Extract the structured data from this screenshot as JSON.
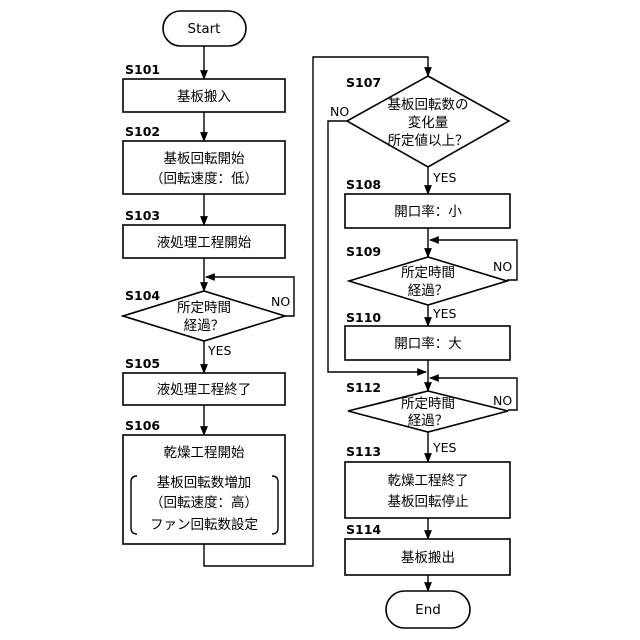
{
  "terminals": {
    "start": "Start",
    "end": "End"
  },
  "steps": {
    "s101": {
      "label": "S101",
      "lines": [
        "基板搬入"
      ]
    },
    "s102": {
      "label": "S102",
      "lines": [
        "基板回転開始",
        "（回転速度：低）"
      ]
    },
    "s103": {
      "label": "S103",
      "lines": [
        "液処理工程開始"
      ]
    },
    "s104": {
      "label": "S104",
      "lines": [
        "所定時間",
        "経過？"
      ]
    },
    "s105": {
      "label": "S105",
      "lines": [
        "液処理工程終了"
      ]
    },
    "s106": {
      "label": "S106",
      "title": "乾燥工程開始",
      "inner": [
        "基板回転数増加",
        "（回転速度：高）",
        "ファン回転数設定"
      ]
    },
    "s107": {
      "label": "S107",
      "lines": [
        "基板回転数の",
        "変化量",
        "所定値以上？"
      ]
    },
    "s108": {
      "label": "S108",
      "lines": [
        "開口率：小"
      ]
    },
    "s109": {
      "label": "S109",
      "lines": [
        "所定時間",
        "経過？"
      ]
    },
    "s110": {
      "label": "S110",
      "lines": [
        "開口率：大"
      ]
    },
    "s112": {
      "label": "S112",
      "lines": [
        "所定時間",
        "経過？"
      ]
    },
    "s113": {
      "label": "S113",
      "lines": [
        "乾燥工程終了",
        "基板回転停止"
      ]
    },
    "s114": {
      "label": "S114",
      "lines": [
        "基板搬出"
      ]
    }
  },
  "branch": {
    "yes": "YES",
    "no": "NO"
  }
}
